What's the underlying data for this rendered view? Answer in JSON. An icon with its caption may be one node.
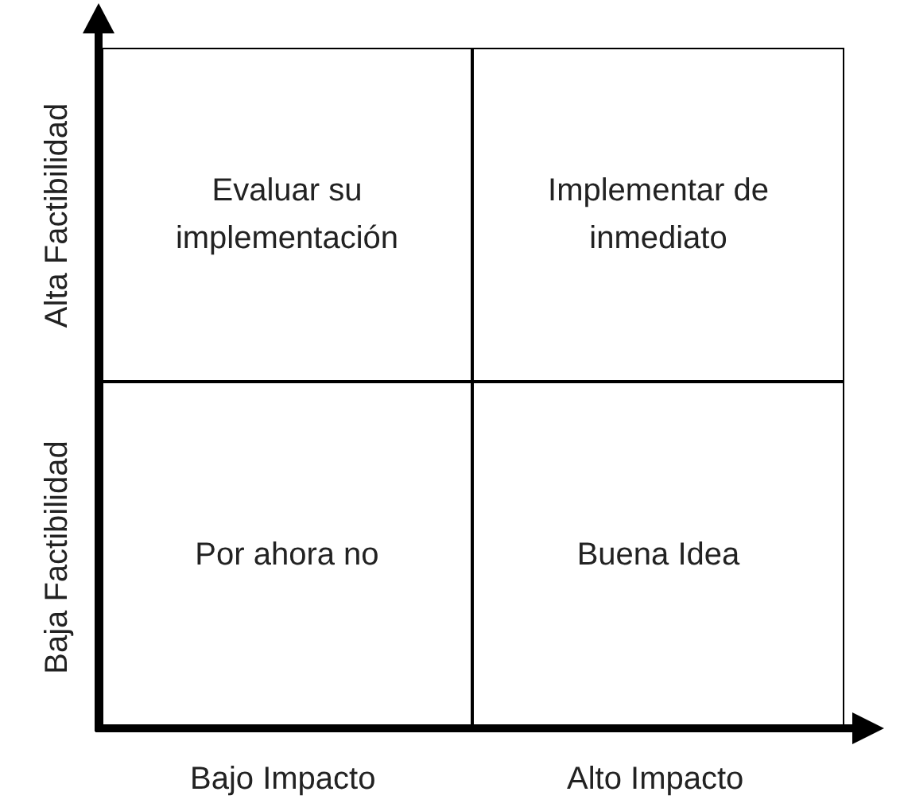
{
  "diagram": {
    "nodes": [
      {
        "text": [
          "Evaluar su implementación"
        ]
      },
      {
        "text": [
          "Implementar de inmediato"
        ]
      },
      {
        "text": [
          "Por ahora no"
        ]
      },
      {
        "text": [
          "Buena Idea"
        ]
      }
    ],
    "labels": [
      "Alta Factibilidad",
      "Baja Factibilidad",
      "Bajo Impacto",
      "Alto Impacto"
    ]
  }
}
